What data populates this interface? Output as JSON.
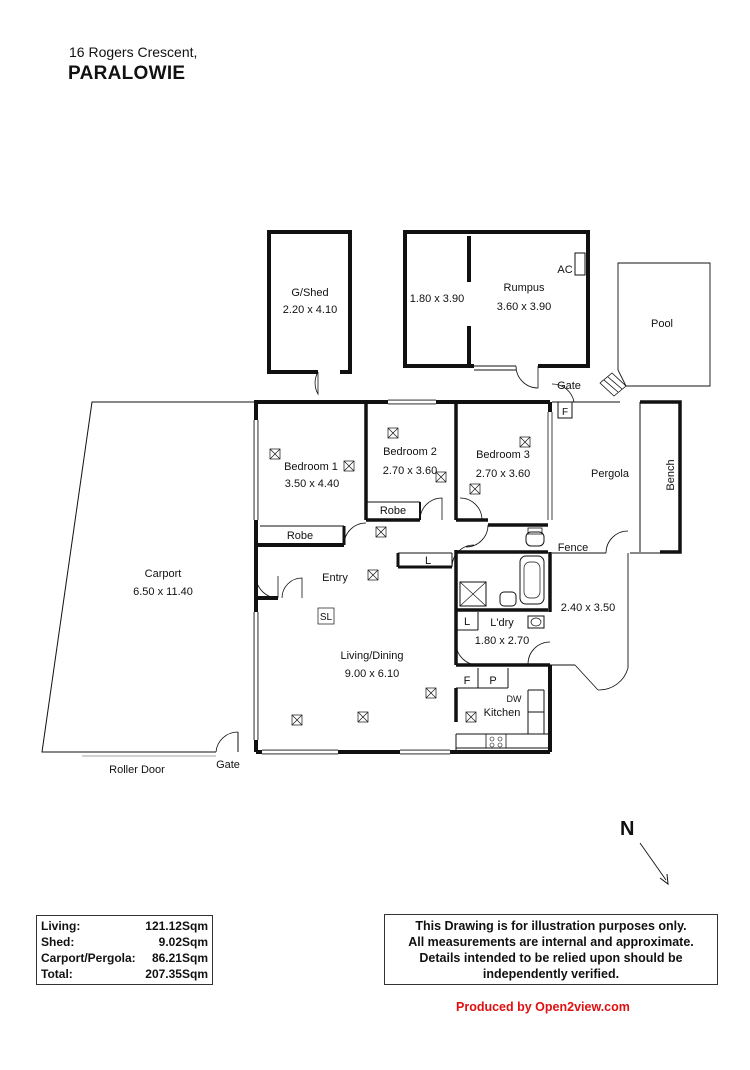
{
  "address": {
    "street": "16 Rogers Crescent,",
    "suburb": "PARALOWIE"
  },
  "rooms": {
    "gshed": {
      "name": "G/Shed",
      "size": "2.20 x 4.10"
    },
    "study": {
      "size": "1.80 x 3.90"
    },
    "rumpus": {
      "name": "Rumpus",
      "size": "3.60 x 3.90",
      "ac": "AC"
    },
    "pool": {
      "name": "Pool"
    },
    "bedroom1": {
      "name": "Bedroom 1",
      "size": "3.50 x 4.40"
    },
    "bedroom2": {
      "name": "Bedroom 2",
      "size": "2.70 x 3.60"
    },
    "bedroom3": {
      "name": "Bedroom 3",
      "size": "2.70 x 3.60"
    },
    "pergola": {
      "name": "Pergola",
      "bench": "Bench"
    },
    "carport": {
      "name": "Carport",
      "size": "6.50 x 11.40"
    },
    "entry": {
      "name": "Entry"
    },
    "living": {
      "name": "Living/Dining",
      "size": "9.00 x 6.10"
    },
    "laundry": {
      "name": "L'dry",
      "size": "1.80 x 2.70"
    },
    "kitchen": {
      "name": "Kitchen",
      "dw": "DW"
    },
    "outdoor": {
      "size": "2.40 x 3.50"
    }
  },
  "labels": {
    "robe1": "Robe",
    "robe2": "Robe",
    "linen1": "L",
    "linen2": "L",
    "sl": "SL",
    "fridge": "F",
    "pantry": "P",
    "f_top": "F",
    "gate_top": "Gate",
    "gate_bottom": "Gate",
    "fence": "Fence",
    "roller_door": "Roller Door"
  },
  "north": "N",
  "areas": [
    {
      "label": "Living:",
      "value": "121.12Sqm"
    },
    {
      "label": "Shed:",
      "value": "9.02Sqm"
    },
    {
      "label": "Carport/Pergola:",
      "value": "86.21Sqm"
    },
    {
      "label": "Total:",
      "value": "207.35Sqm"
    }
  ],
  "disclaimer": [
    "This Drawing is for illustration purposes only.",
    "All measurements are internal and approximate.",
    "Details intended to be relied upon should be",
    "independently verified."
  ],
  "credit": "Produced by Open2view.com"
}
